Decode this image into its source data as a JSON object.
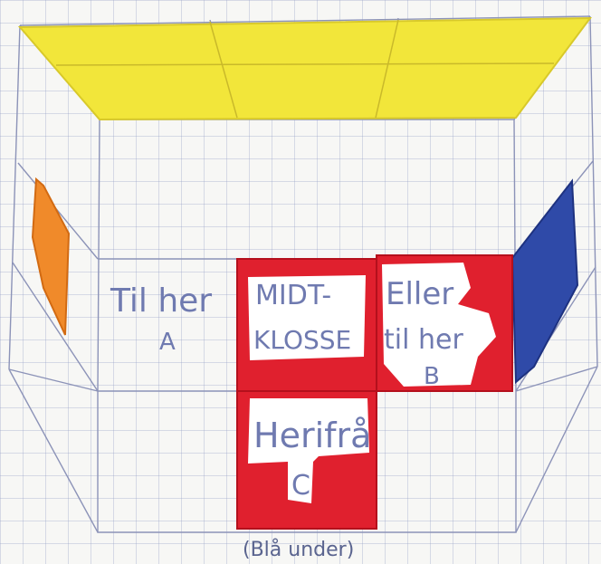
{
  "labels": {
    "til_her": "Til her",
    "til_her_tag": "A",
    "midt_line1": "MIDT-",
    "midt_line2": "KLOSSE",
    "eller_line1": "Eller",
    "eller_line2": "til her",
    "eller_tag": "B",
    "herifra": "Herifrå",
    "herifra_tag": "C",
    "caption": "(Blå under)"
  },
  "colors": {
    "top_face": "#f2e63a",
    "left_face": "#f08a2a",
    "right_face": "#2f4aa8",
    "front_cells": "#e0202e",
    "outline": "#8c93b8"
  }
}
